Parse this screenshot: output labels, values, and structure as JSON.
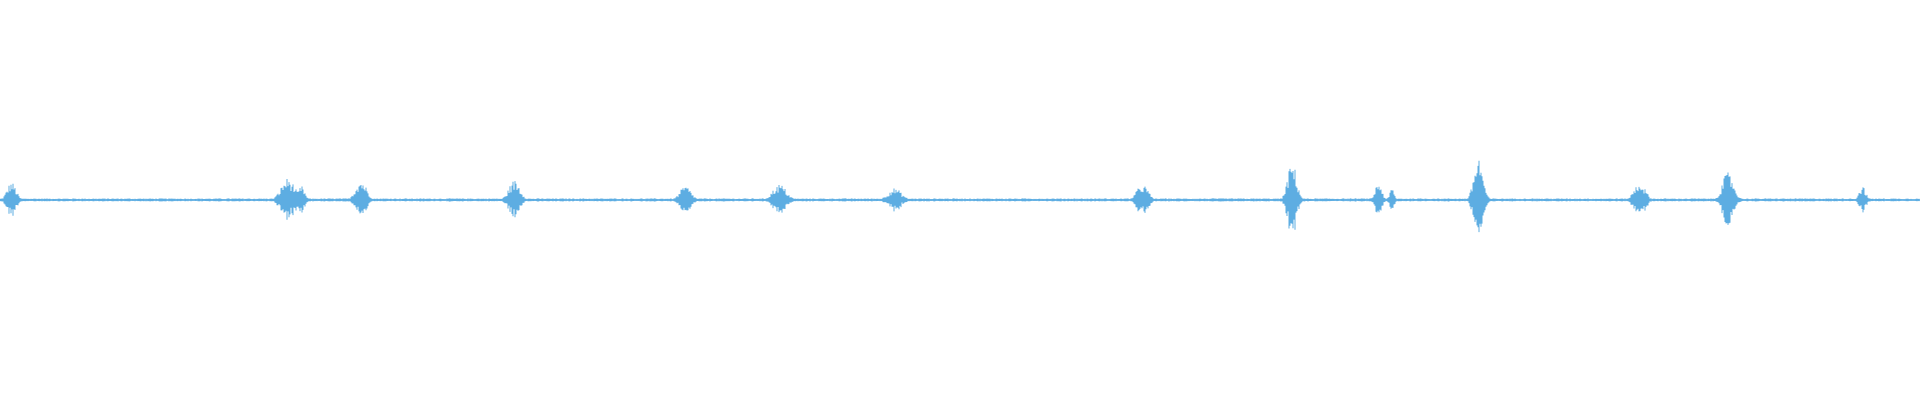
{
  "waveform": {
    "color": "#5dade2",
    "baseline_ratio": 0.5,
    "duration_fraction_bursts": [
      {
        "t": 0.006,
        "amp": 0.045,
        "width": 0.008
      },
      {
        "t": 0.15,
        "amp": 0.055,
        "width": 0.012
      },
      {
        "t": 0.157,
        "amp": 0.035,
        "width": 0.006
      },
      {
        "t": 0.188,
        "amp": 0.05,
        "width": 0.01
      },
      {
        "t": 0.268,
        "amp": 0.05,
        "width": 0.01
      },
      {
        "t": 0.357,
        "amp": 0.035,
        "width": 0.01
      },
      {
        "t": 0.406,
        "amp": 0.04,
        "width": 0.012
      },
      {
        "t": 0.466,
        "amp": 0.03,
        "width": 0.012
      },
      {
        "t": 0.595,
        "amp": 0.04,
        "width": 0.01
      },
      {
        "t": 0.673,
        "amp": 0.095,
        "width": 0.008
      },
      {
        "t": 0.718,
        "amp": 0.045,
        "width": 0.006
      },
      {
        "t": 0.725,
        "amp": 0.03,
        "width": 0.004
      },
      {
        "t": 0.77,
        "amp": 0.11,
        "width": 0.008
      },
      {
        "t": 0.854,
        "amp": 0.045,
        "width": 0.01
      },
      {
        "t": 0.9,
        "amp": 0.07,
        "width": 0.01
      },
      {
        "t": 0.97,
        "amp": 0.035,
        "width": 0.006
      }
    ],
    "noise_floor": 0.004
  }
}
